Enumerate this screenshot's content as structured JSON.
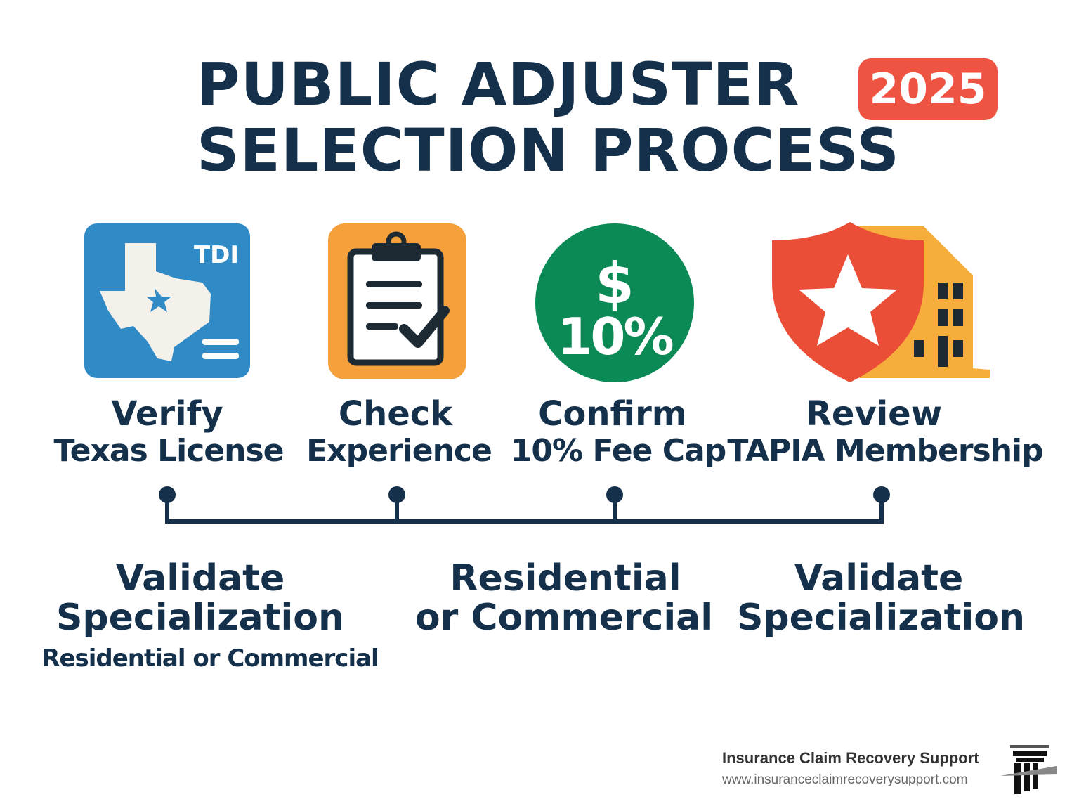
{
  "title": {
    "line1": "PUBLIC ADJUSTER",
    "line2": "SELECTION PROCESS",
    "year_badge": "2025"
  },
  "steps": [
    {
      "line1": "Verify",
      "line2": "Texas License",
      "icon": "texas-license-icon",
      "icon_text": "TDI",
      "color": "#2f8ac6"
    },
    {
      "line1": "Check",
      "line2": "Experience",
      "icon": "clipboard-check-icon",
      "color": "#f5a03a"
    },
    {
      "line1": "Confirm",
      "line2": "10% Fee Cap",
      "icon": "dollar-percent-icon",
      "icon_text_top": "$",
      "icon_text_bottom": "10%",
      "color": "#0b8a56"
    },
    {
      "line1": "Review",
      "line2": "TAPIA Membership",
      "icon": "shield-building-icon",
      "color": "#ea4e36"
    }
  ],
  "bottom": [
    {
      "line1": "Validate",
      "line2": "Specialization",
      "line3": "Residential or Commercial"
    },
    {
      "line1": "Residential",
      "line2": "or Commercial"
    },
    {
      "line1": "Validate",
      "line2": "Specialization"
    }
  ],
  "footer": {
    "name": "Insurance Claim Recovery Support",
    "url": "www.insuranceclaimrecoverysupport.com"
  }
}
